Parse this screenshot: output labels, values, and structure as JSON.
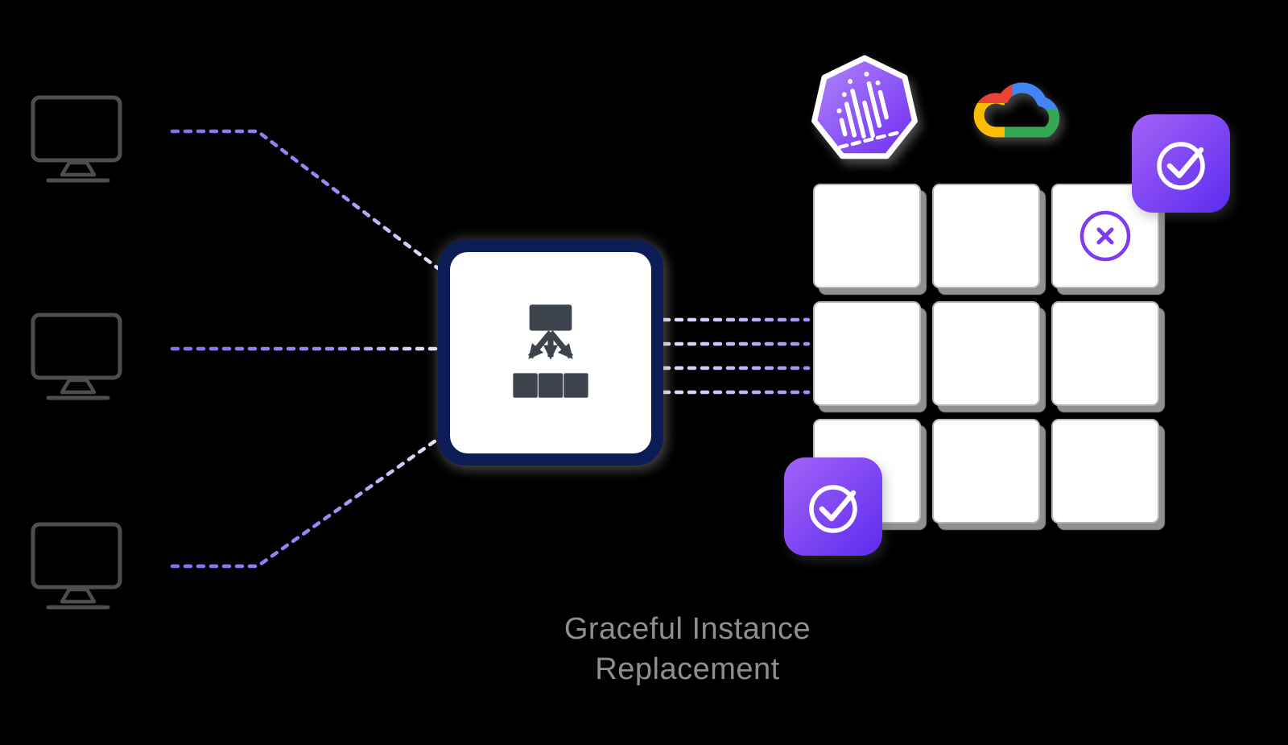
{
  "caption": {
    "line1": "Graceful Instance",
    "line2": "Replacement"
  },
  "nodes": {
    "clients": [
      "client-1",
      "client-2",
      "client-3"
    ],
    "load_balancer": "load-balancer",
    "instance_grid": {
      "rows": 3,
      "cols": 3,
      "failed_cell": "row-1-col-3"
    },
    "badges": [
      {
        "icon": "check-circle",
        "position": "top-right"
      },
      {
        "icon": "check-circle",
        "position": "bottom-left"
      }
    ],
    "logos": [
      "dcos-logo",
      "google-cloud-logo"
    ]
  },
  "colors": {
    "background": "#000000",
    "connector": "#8471f3",
    "connector_light": "#a18ff6",
    "monitor_outline": "#4e4e4e",
    "load_balancer_border": "#0c1d55",
    "load_balancer_icon": "#3c434d",
    "instance_fill": "#ffffff",
    "instance_border": "#b6b6b6",
    "instance_shadow": "#909090",
    "badge_gradient": [
      "#a363f8",
      "#5c2bef"
    ],
    "failed_x": "#7e3bf0",
    "caption_text": "#8f8f8f",
    "google_cloud": [
      "#EA4335",
      "#4285F4",
      "#FBBC05",
      "#34A853"
    ]
  }
}
